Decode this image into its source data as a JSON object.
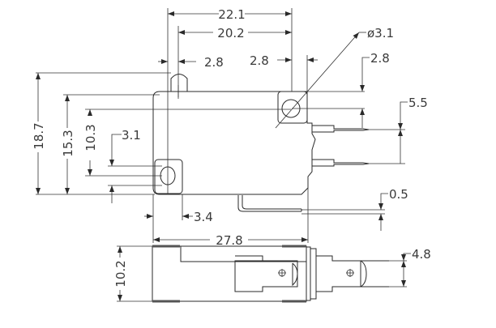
{
  "drawing": {
    "top_view": {
      "dimensions": {
        "overall_width_top": "22.1",
        "hole_to_actuator": "20.2",
        "actuator_width": "2.8",
        "hole_square_width": "2.8",
        "hole_diameter": "ø3.1",
        "hole_offset_top": "2.8",
        "terminal_pitch": "5.5",
        "overall_height": "18.7",
        "body_height": "15.3",
        "hole_spacing_vertical": "10.3",
        "lower_hole_height": "3.1",
        "lever_thickness": "0.5",
        "lower_hole_width": "3.4",
        "body_length": "27.8"
      }
    },
    "bottom_view": {
      "dimensions": {
        "body_thickness": "10.2",
        "terminal_width": "4.8"
      }
    }
  }
}
